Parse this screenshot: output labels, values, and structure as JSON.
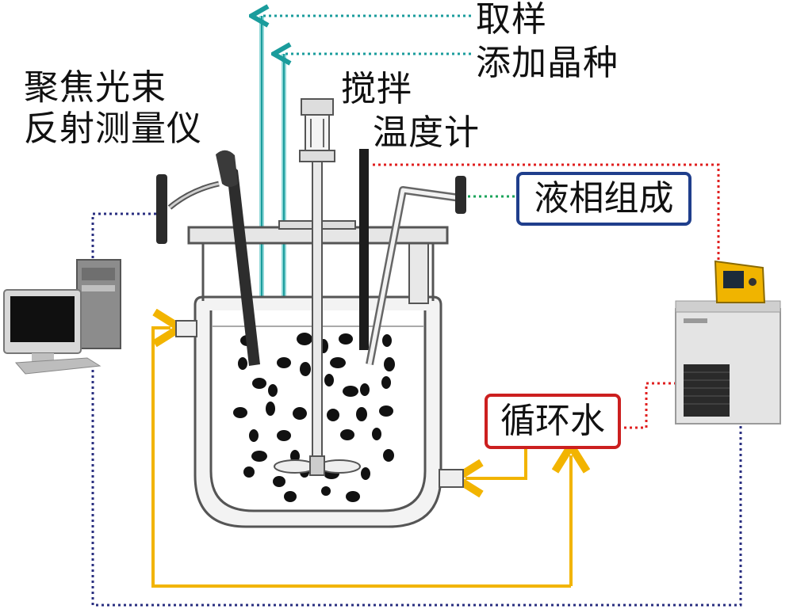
{
  "labels": {
    "sampling": "取样",
    "seeding": "添加晶种",
    "fbrm_line1": "聚焦光束",
    "fbrm_line2": "反射测量仪",
    "stirring": "搅拌",
    "thermometer": "温度计",
    "liquid_composition": "液相组成",
    "circulating_water": "循环水"
  },
  "colors": {
    "data_link": "#2a2f80",
    "temperature_link": "#e02020",
    "liquid_link": "#1aa35a",
    "sample_line": "#1a9c9c",
    "water_loop": "#f2b400",
    "liquid_box_border": "#1f3e8c",
    "circ_box_border": "#cc1f1f"
  }
}
